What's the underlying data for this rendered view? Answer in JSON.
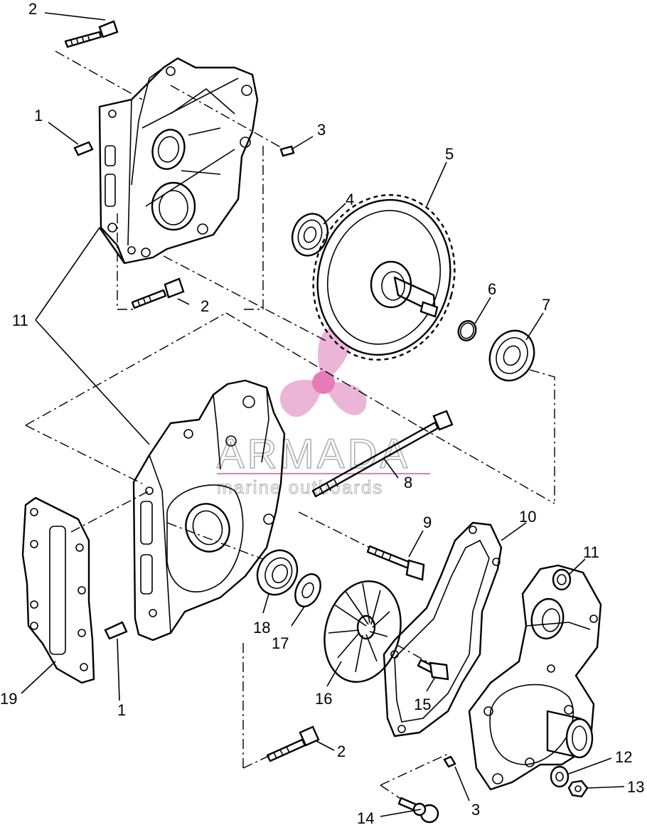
{
  "watermark": {
    "brand": "ARMADA",
    "tagline": "marine outboards",
    "logo_color": "#e8a8d0",
    "logo_center_color": "#e87ab8",
    "underline_color": "#e080c0"
  },
  "callouts": [
    {
      "id": "c2a",
      "text": "2"
    },
    {
      "id": "c1a",
      "text": "1"
    },
    {
      "id": "c3a",
      "text": "3"
    },
    {
      "id": "c5",
      "text": "5"
    },
    {
      "id": "c4",
      "text": "4"
    },
    {
      "id": "c11a",
      "text": "11"
    },
    {
      "id": "c2b",
      "text": "2"
    },
    {
      "id": "c6",
      "text": "6"
    },
    {
      "id": "c7",
      "text": "7"
    },
    {
      "id": "c8",
      "text": "8"
    },
    {
      "id": "c9",
      "text": "9"
    },
    {
      "id": "c10",
      "text": "10"
    },
    {
      "id": "c11b",
      "text": "11"
    },
    {
      "id": "c18",
      "text": "18"
    },
    {
      "id": "c17",
      "text": "17"
    },
    {
      "id": "c16",
      "text": "16"
    },
    {
      "id": "c15",
      "text": "15"
    },
    {
      "id": "c19",
      "text": "19"
    },
    {
      "id": "c1b",
      "text": "1"
    },
    {
      "id": "c2c",
      "text": "2"
    },
    {
      "id": "c12",
      "text": "12"
    },
    {
      "id": "c13",
      "text": "13"
    },
    {
      "id": "c3b",
      "text": "3"
    },
    {
      "id": "c14",
      "text": "14"
    }
  ]
}
